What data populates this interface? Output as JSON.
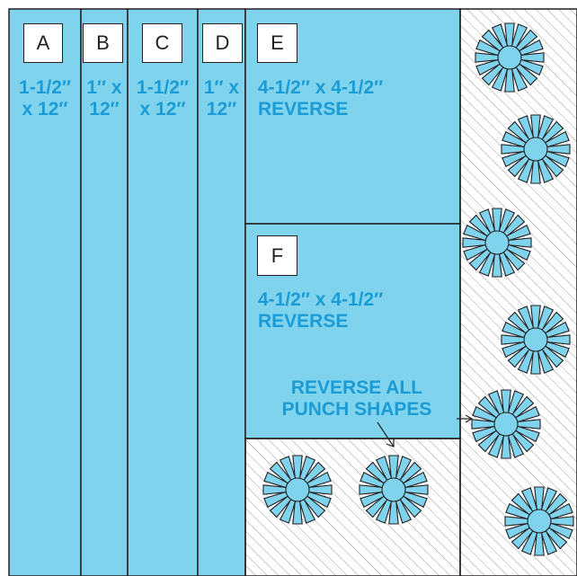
{
  "colors": {
    "fabric": "#7fd3ec",
    "outline": "#231f20",
    "hatch": "#9a9a9a",
    "text": "#1b9cd6",
    "flower": "#7fd3ec"
  },
  "pieces": [
    {
      "letter": "A",
      "size_line1": "1-1/2″",
      "size_line2": "x 12″"
    },
    {
      "letter": "B",
      "size_line1": "1″ x",
      "size_line2": "12″"
    },
    {
      "letter": "C",
      "size_line1": "1-1/2″",
      "size_line2": "x 12″"
    },
    {
      "letter": "D",
      "size_line1": "1″ x",
      "size_line2": "12″"
    },
    {
      "letter": "E",
      "size_line1": "4-1/2″ x 4-1/2″",
      "size_line2": "REVERSE"
    },
    {
      "letter": "F",
      "size_line1": "4-1/2″ x 4-1/2″",
      "size_line2": "REVERSE"
    }
  ],
  "note": {
    "line1": "REVERSE ALL",
    "line2": "PUNCH SHAPES"
  },
  "icons": {
    "punch_shape": "starburst-flower-icon"
  }
}
